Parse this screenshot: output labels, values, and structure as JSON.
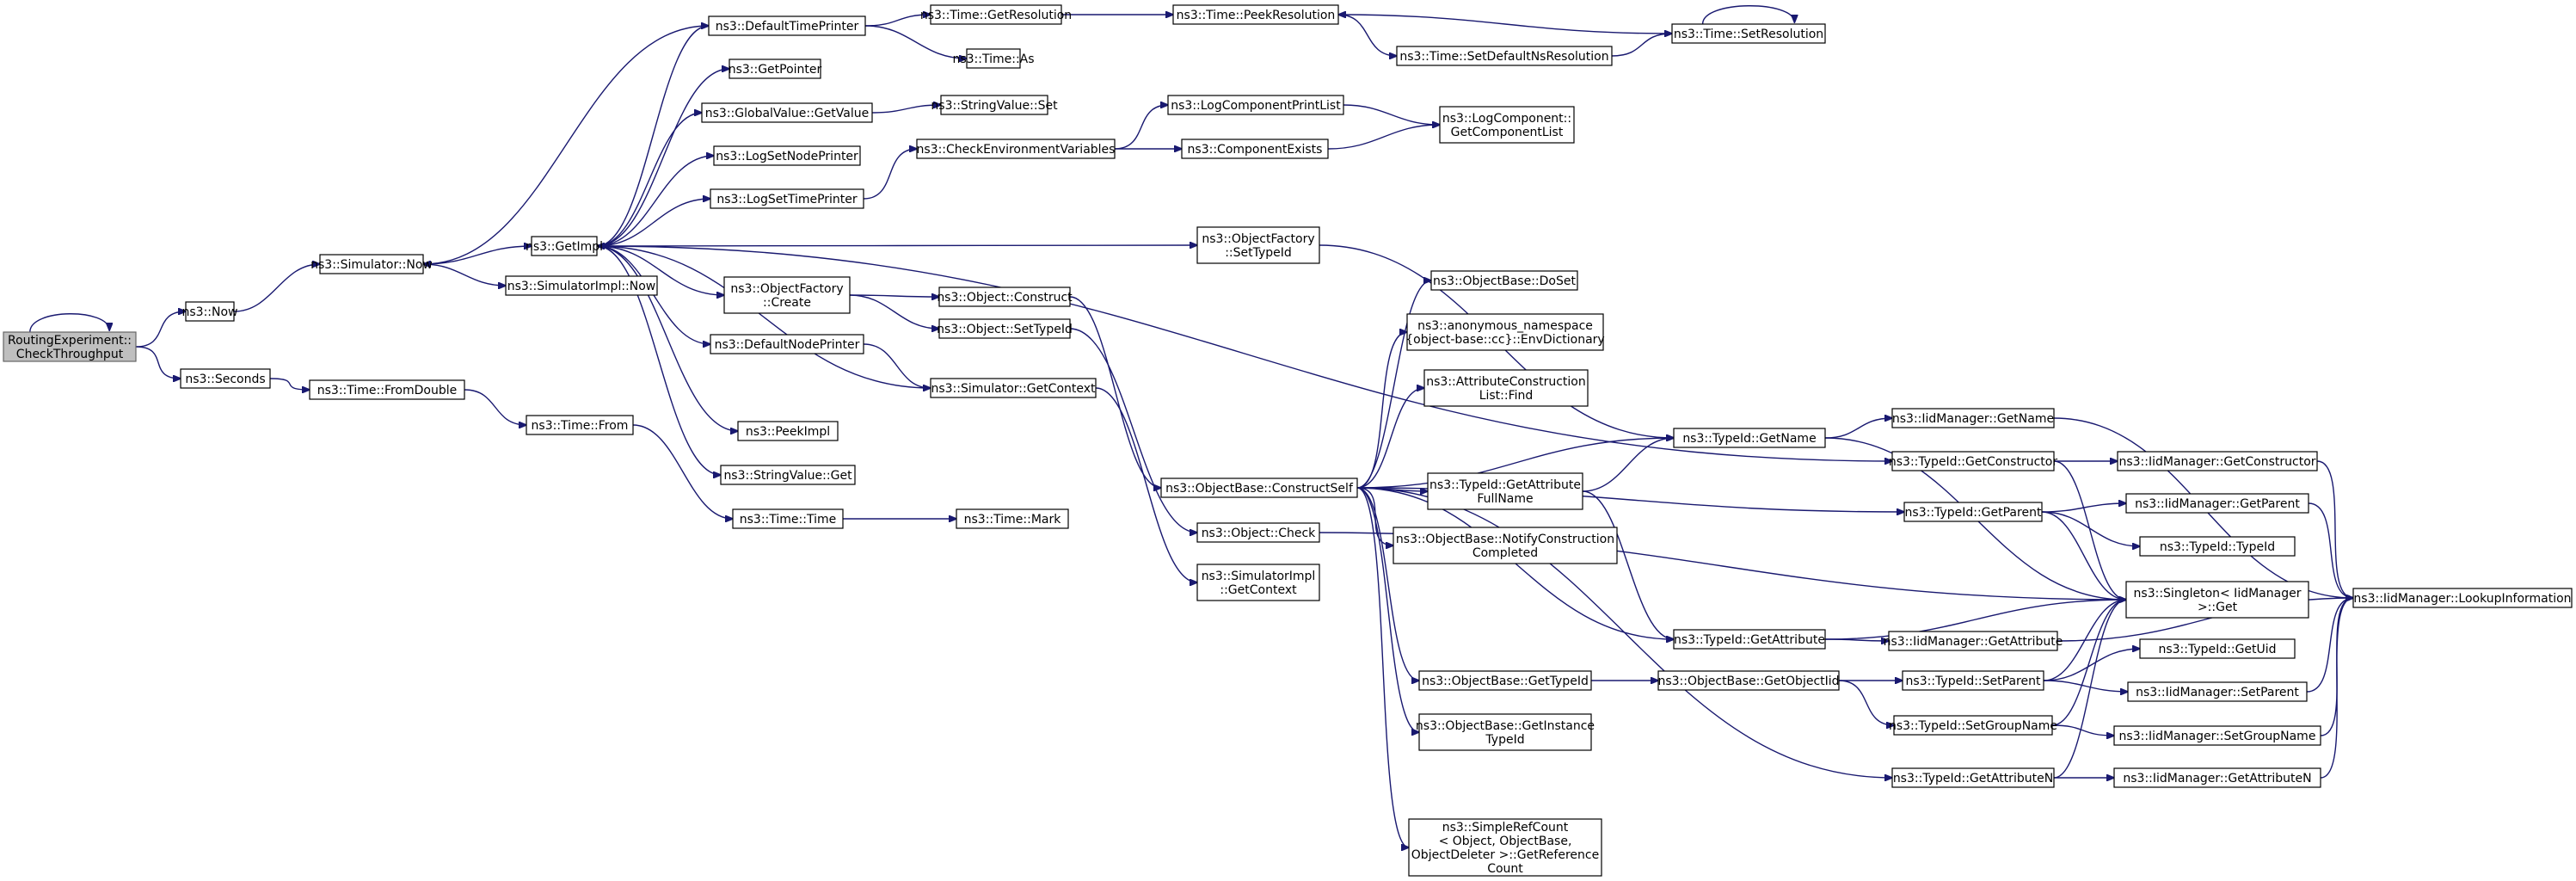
{
  "colors": {
    "edge": "#191970",
    "root_fill": "#bfbfbf",
    "node_fill": "#ffffff",
    "node_border": "#000000"
  },
  "nodes": {
    "n0": {
      "lines": [
        "RoutingExperiment::",
        "CheckThroughput"
      ]
    },
    "n1": {
      "lines": [
        "ns3::Now"
      ]
    },
    "n2": {
      "lines": [
        "ns3::Simulator::Now"
      ]
    },
    "n3": {
      "lines": [
        "ns3::GetImpl"
      ]
    },
    "n4": {
      "lines": [
        "ns3::DefaultTimePrinter"
      ]
    },
    "n5": {
      "lines": [
        "ns3::Time::GetResolution"
      ]
    },
    "n6": {
      "lines": [
        "ns3::Time::PeekResolution"
      ]
    },
    "n7": {
      "lines": [
        "ns3::Time::SetResolution"
      ]
    },
    "n8": {
      "lines": [
        "ns3::Time::SetDefaultNsResolution"
      ]
    },
    "n9": {
      "lines": [
        "ns3::Time::As"
      ]
    },
    "n10": {
      "lines": [
        "ns3::GetPointer"
      ]
    },
    "n11": {
      "lines": [
        "ns3::GlobalValue::GetValue"
      ]
    },
    "n12": {
      "lines": [
        "ns3::StringValue::Set"
      ]
    },
    "n13": {
      "lines": [
        "ns3::LogSetNodePrinter"
      ]
    },
    "n14": {
      "lines": [
        "ns3::LogSetTimePrinter"
      ]
    },
    "n15": {
      "lines": [
        "ns3::CheckEnvironmentVariables"
      ]
    },
    "n16": {
      "lines": [
        "ns3::LogComponentPrintList"
      ]
    },
    "n17": {
      "lines": [
        "ns3::ComponentExists"
      ]
    },
    "n18": {
      "lines": [
        "ns3::LogComponent::",
        "GetComponentList"
      ]
    },
    "n19": {
      "lines": [
        "ns3::ObjectFactory",
        "::Create"
      ]
    },
    "n20": {
      "lines": [
        "ns3::ObjectFactory",
        "::SetTypeId"
      ]
    },
    "n21": {
      "lines": [
        "ns3::SimulatorImpl::Now"
      ]
    },
    "n22": {
      "lines": [
        "ns3::Object::Construct"
      ]
    },
    "n23": {
      "lines": [
        "ns3::Object::SetTypeId"
      ]
    },
    "n24": {
      "lines": [
        "ns3::DefaultNodePrinter"
      ]
    },
    "n25": {
      "lines": [
        "ns3::Simulator::GetContext"
      ]
    },
    "n26": {
      "lines": [
        "ns3::PeekImpl"
      ]
    },
    "n27": {
      "lines": [
        "ns3::StringValue::Get"
      ]
    },
    "n28": {
      "lines": [
        "ns3::Seconds"
      ]
    },
    "n29": {
      "lines": [
        "ns3::Time::FromDouble"
      ]
    },
    "n30": {
      "lines": [
        "ns3::Time::From"
      ]
    },
    "n31": {
      "lines": [
        "ns3::Time::Time"
      ]
    },
    "n32": {
      "lines": [
        "ns3::Time::Mark"
      ]
    },
    "n33": {
      "lines": [
        "ns3::ObjectBase::ConstructSelf"
      ]
    },
    "n34": {
      "lines": [
        "ns3::Object::Check"
      ]
    },
    "n35": {
      "lines": [
        "ns3::SimulatorImpl",
        "::GetContext"
      ]
    },
    "n36": {
      "lines": [
        "ns3::ObjectBase::DoSet"
      ]
    },
    "n37": {
      "lines": [
        "ns3::anonymous_namespace",
        "{object-base::cc}::EnvDictionary"
      ]
    },
    "n38": {
      "lines": [
        "ns3::AttributeConstruction",
        "List::Find"
      ]
    },
    "n39": {
      "lines": [
        "ns3::TypeId::GetAttribute",
        "FullName"
      ]
    },
    "n40": {
      "lines": [
        "ns3::ObjectBase::NotifyConstruction",
        "Completed"
      ]
    },
    "n41": {
      "lines": [
        "ns3::ObjectBase::GetTypeId"
      ]
    },
    "n42": {
      "lines": [
        "ns3::ObjectBase::GetInstance",
        "TypeId"
      ]
    },
    "n43": {
      "lines": [
        "ns3::SimpleRefCount",
        "< Object, ObjectBase,",
        "ObjectDeleter >::GetReference",
        "Count"
      ]
    },
    "n44": {
      "lines": [
        "ns3::TypeId::GetName"
      ]
    },
    "n45": {
      "lines": [
        "ns3::TypeId::GetAttribute"
      ]
    },
    "n46": {
      "lines": [
        "ns3::ObjectBase::GetObjectIid"
      ]
    },
    "n47": {
      "lines": [
        "ns3::IidManager::GetName"
      ]
    },
    "n48": {
      "lines": [
        "ns3::TypeId::GetConstructor"
      ]
    },
    "n49": {
      "lines": [
        "ns3::TypeId::GetParent"
      ]
    },
    "n50": {
      "lines": [
        "ns3::TypeId::SetParent"
      ]
    },
    "n51": {
      "lines": [
        "ns3::TypeId::SetGroupName"
      ]
    },
    "n52": {
      "lines": [
        "ns3::TypeId::GetAttributeN"
      ]
    },
    "n53": {
      "lines": [
        "ns3::IidManager::GetAttribute"
      ]
    },
    "n54": {
      "lines": [
        "ns3::IidManager::GetConstructor"
      ]
    },
    "n55": {
      "lines": [
        "ns3::IidManager::GetParent"
      ]
    },
    "n56": {
      "lines": [
        "ns3::TypeId::TypeId"
      ]
    },
    "n57": {
      "lines": [
        "ns3::Singleton< IidManager",
        ">::Get"
      ]
    },
    "n58": {
      "lines": [
        "ns3::TypeId::GetUid"
      ]
    },
    "n59": {
      "lines": [
        "ns3::IidManager::SetParent"
      ]
    },
    "n60": {
      "lines": [
        "ns3::IidManager::SetGroupName"
      ]
    },
    "n61": {
      "lines": [
        "ns3::IidManager::GetAttributeN"
      ]
    },
    "n62": {
      "lines": [
        "ns3::IidManager::LookupInformation"
      ]
    }
  }
}
